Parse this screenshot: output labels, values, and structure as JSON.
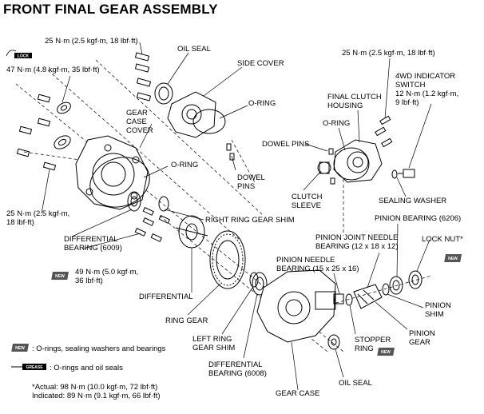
{
  "title": "FRONT FINAL GEAR ASSEMBLY",
  "labels": {
    "torque_top_bolt": "25 N·m (2.5 kgf·m, 18 lbf·ft)",
    "lock_badge": "LOCK",
    "torque_lock_bolt": "47 N·m (4.8 kgf·m, 35 lbf·ft)",
    "oil_seal_top": "OIL SEAL",
    "side_cover": "SIDE COVER",
    "gear_case_cover": "GEAR\nCASE\nCOVER",
    "oring_side_cover": "O-RING",
    "oring_gear_case": "O-RING",
    "dowel_pins_left": "DOWEL\nPINS",
    "torque_left_bolt": "25 N·m (2.5 kgf·m,\n18 lbf·ft)",
    "right_ring_gear_shim": "RIGHT RING GEAR SHIM",
    "differential_bearing_6009": "DIFFERENTIAL\nBEARING (6009)",
    "torque_49": "49 N·m (5.0 kgf·m,\n36 lbf·ft)",
    "differential": "DIFFERENTIAL",
    "ring_gear": "RING GEAR",
    "left_ring_gear_shim": "LEFT RING\nGEAR SHIM",
    "differential_bearing_6008": "DIFFERENTIAL\nBEARING (6008)",
    "gear_case": "GEAR CASE",
    "oil_seal_bottom": "OIL SEAL",
    "stopper_ring": "STOPPER\nRING",
    "pinion_gear": "PINION\nGEAR",
    "pinion_shim": "PINION\nSHIM",
    "pinion_needle_bearing": "PINION NEEDLE\nBEARING (15 x 25 x 16)",
    "pinion_joint_needle_bearing": "PINION JOINT NEEDLE\nBEARING (12 x 18 x 12)",
    "lock_nut": "LOCK NUT*",
    "pinion_bearing_6206": "PINION BEARING (6206)",
    "sealing_washer": "SEALING WASHER",
    "clutch_sleeve": "CLUTCH\nSLEEVE",
    "dowel_pins_right": "DOWEL PINS",
    "oring_right": "O-RING",
    "final_clutch_housing": "FINAL CLUTCH\nHOUSING",
    "torque_right_top": "25 N·m (2.5 kgf·m, 18 lbf·ft)",
    "switch_4wd": "4WD INDICATOR\nSWITCH\n12 N·m (1.2 kgf·m,\n9 lbf·ft)",
    "new_badge": "NEW"
  },
  "legend": {
    "new_items": ": O-rings, sealing washers and bearings",
    "grease_badge": "GREASE",
    "grease_items": ": O-rings and oil seals",
    "footnote": "*Actual: 98 N·m (10.0 kgf·m, 72 lbf·ft)\nIndicated: 89 N·m (9.1 kgf·m, 66 lbf·ft)"
  }
}
